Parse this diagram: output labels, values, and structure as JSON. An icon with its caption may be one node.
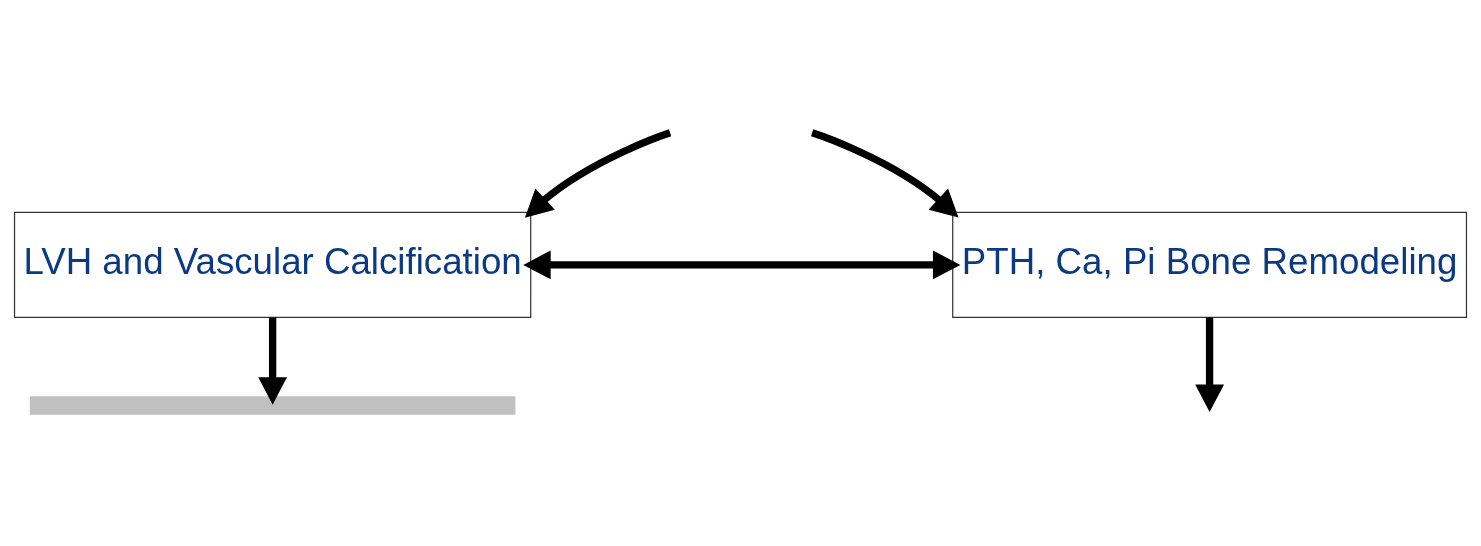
{
  "diagram": {
    "nodes": [
      {
        "text": [
          "LVH and Vascular Calcification"
        ]
      },
      {
        "text": [
          "PTH, Ca, Pi Bone Remodeling"
        ]
      },
      {
        "text": [],
        "shape": "bar"
      }
    ],
    "edges": [
      {
        "from": null,
        "to": 0,
        "arrow": "to"
      },
      {
        "from": null,
        "to": 1,
        "arrow": "to"
      },
      {
        "from": 0,
        "to": 1,
        "arrow": "both"
      },
      {
        "from": 0,
        "to": 2,
        "arrow": "to"
      },
      {
        "from": 1,
        "to": null,
        "arrow": "to"
      }
    ]
  }
}
